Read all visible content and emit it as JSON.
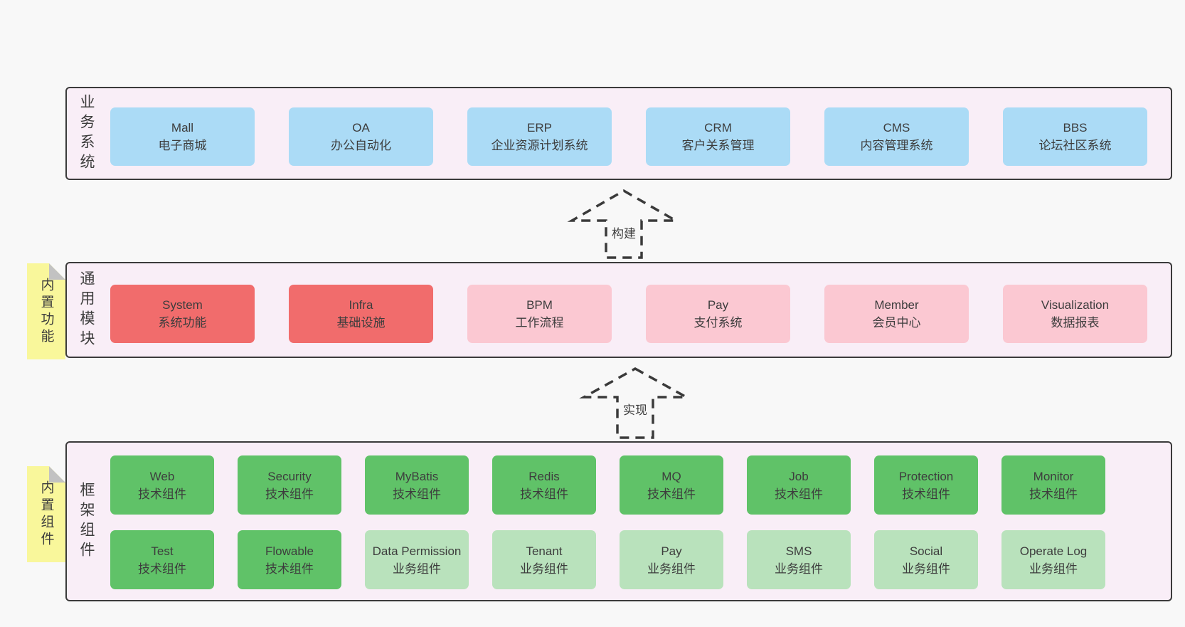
{
  "colors": {
    "page_bg": "#f8f8f8",
    "panel_bg": "#f9eef7",
    "panel_border": "#3b3b3b",
    "blue": "#abdbf6",
    "red": "#f16c6c",
    "pink": "#fbc8d2",
    "green": "#60c268",
    "green_light": "#b9e2bc",
    "note_yellow": "#f9f79b",
    "note_fold": "#c2c2c2",
    "text": "#3d3d3d"
  },
  "layers": [
    {
      "label": "业务系统",
      "rows": [
        [
          {
            "name": "Mall",
            "desc": "电子商城",
            "color": "blue"
          },
          {
            "name": "OA",
            "desc": "办公自动化",
            "color": "blue"
          },
          {
            "name": "ERP",
            "desc": "企业资源计划系统",
            "color": "blue"
          },
          {
            "name": "CRM",
            "desc": "客户关系管理",
            "color": "blue"
          },
          {
            "name": "CMS",
            "desc": "内容管理系统",
            "color": "blue"
          },
          {
            "name": "BBS",
            "desc": "论坛社区系统",
            "color": "blue"
          }
        ]
      ]
    },
    {
      "label": "通用模块",
      "note": "内置功能",
      "rows": [
        [
          {
            "name": "System",
            "desc": "系统功能",
            "color": "red"
          },
          {
            "name": "Infra",
            "desc": "基础设施",
            "color": "red"
          },
          {
            "name": "BPM",
            "desc": "工作流程",
            "color": "pink"
          },
          {
            "name": "Pay",
            "desc": "支付系统",
            "color": "pink"
          },
          {
            "name": "Member",
            "desc": "会员中心",
            "color": "pink"
          },
          {
            "name": "Visualization",
            "desc": "数据报表",
            "color": "pink"
          }
        ]
      ]
    },
    {
      "label": "框架组件",
      "note": "内置组件",
      "rows": [
        [
          {
            "name": "Web",
            "desc": "技术组件",
            "color": "green"
          },
          {
            "name": "Security",
            "desc": "技术组件",
            "color": "green"
          },
          {
            "name": "MyBatis",
            "desc": "技术组件",
            "color": "green"
          },
          {
            "name": "Redis",
            "desc": "技术组件",
            "color": "green"
          },
          {
            "name": "MQ",
            "desc": "技术组件",
            "color": "green"
          },
          {
            "name": "Job",
            "desc": "技术组件",
            "color": "green"
          },
          {
            "name": "Protection",
            "desc": "技术组件",
            "color": "green"
          },
          {
            "name": "Monitor",
            "desc": "技术组件",
            "color": "green"
          }
        ],
        [
          {
            "name": "Test",
            "desc": "技术组件",
            "color": "green"
          },
          {
            "name": "Flowable",
            "desc": "技术组件",
            "color": "green"
          },
          {
            "name": "Data Permission",
            "desc": "业务组件",
            "color": "green-light"
          },
          {
            "name": "Tenant",
            "desc": "业务组件",
            "color": "green-light"
          },
          {
            "name": "Pay",
            "desc": "业务组件",
            "color": "green-light"
          },
          {
            "name": "SMS",
            "desc": "业务组件",
            "color": "green-light"
          },
          {
            "name": "Social",
            "desc": "业务组件",
            "color": "green-light"
          },
          {
            "name": "Operate Log",
            "desc": "业务组件",
            "color": "green-light"
          }
        ]
      ]
    }
  ],
  "arrows": [
    {
      "label": "构建"
    },
    {
      "label": "实现"
    }
  ]
}
